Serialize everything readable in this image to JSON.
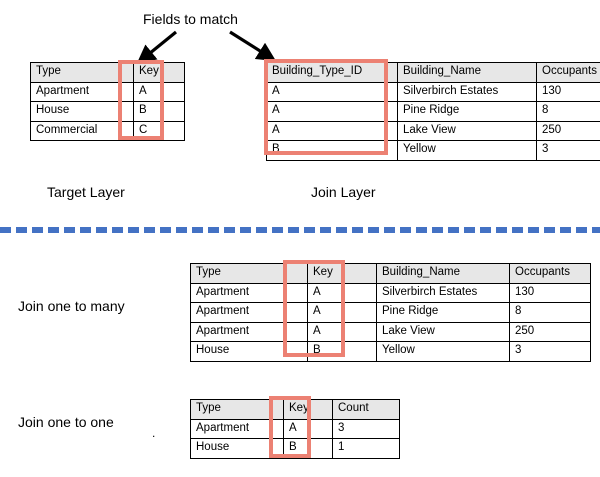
{
  "annotations": {
    "fields_to_match": "Fields to match",
    "target_layer": "Target Layer",
    "join_layer": "Join Layer",
    "join_one_to_many": "Join one to many",
    "join_one_to_one": "Join one to one",
    "stray_dot": "."
  },
  "colors": {
    "highlight_red": "#ec8173",
    "divider_blue": "#4472c4",
    "header_gray": "#e7e7e7",
    "border_black": "#000000"
  },
  "target_table": {
    "headers": [
      "Type",
      "Key"
    ],
    "rows": [
      [
        "Apartment",
        "A"
      ],
      [
        "House",
        "B"
      ],
      [
        "Commercial",
        "C"
      ]
    ]
  },
  "join_table": {
    "headers": [
      "Building_Type_ID",
      "Building_Name",
      "Occupants"
    ],
    "rows": [
      [
        "A",
        "Silverbirch Estates",
        "130"
      ],
      [
        "A",
        "Pine Ridge",
        "8"
      ],
      [
        "A",
        "Lake View",
        "250"
      ],
      [
        "B",
        "Yellow",
        "3"
      ]
    ]
  },
  "one_to_many_table": {
    "headers": [
      "Type",
      "Key",
      "Building_Name",
      "Occupants"
    ],
    "rows": [
      [
        "Apartment",
        "A",
        "Silverbirch Estates",
        "130"
      ],
      [
        "Apartment",
        "A",
        "Pine Ridge",
        "8"
      ],
      [
        "Apartment",
        "A",
        "Lake View",
        "250"
      ],
      [
        "House",
        "B",
        "Yellow",
        "3"
      ]
    ]
  },
  "one_to_one_table": {
    "headers": [
      "Type",
      "Key",
      "Count"
    ],
    "rows": [
      [
        "Apartment",
        "A",
        "3"
      ],
      [
        "House",
        "B",
        "1"
      ]
    ]
  }
}
